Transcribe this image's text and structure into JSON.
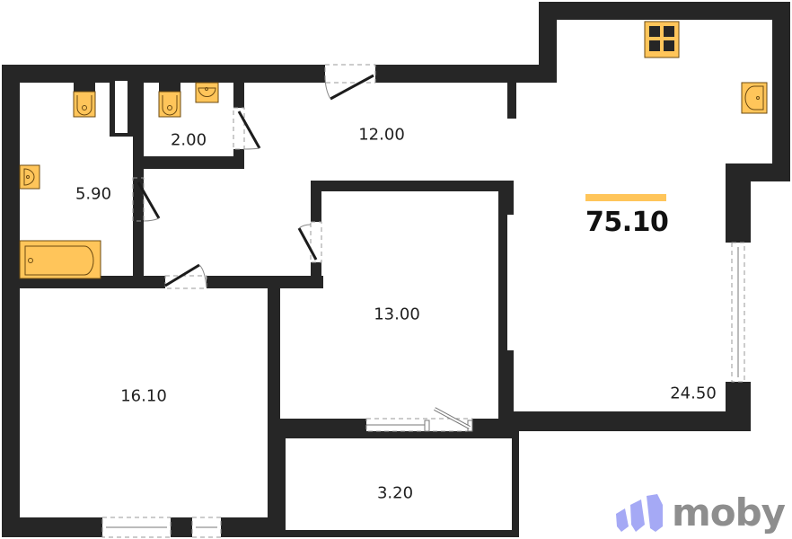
{
  "plan": {
    "total_area": "75.10",
    "rooms": [
      {
        "id": "bathroom",
        "area": "5.90"
      },
      {
        "id": "toilet",
        "area": "2.00"
      },
      {
        "id": "hallway",
        "area": "12.00"
      },
      {
        "id": "bedroom-1",
        "area": "16.10"
      },
      {
        "id": "bedroom-2",
        "area": "13.00"
      },
      {
        "id": "balcony",
        "area": "3.20"
      },
      {
        "id": "kitchen-living",
        "area": "24.50"
      }
    ]
  },
  "brand": {
    "name": "moby"
  },
  "colors": {
    "wall": "#262626",
    "fixture": "#ffc55a",
    "accent_bar": "#ffc55a",
    "logo_mark": "#a5a9f5",
    "logo_text": "#8e8e8e"
  }
}
